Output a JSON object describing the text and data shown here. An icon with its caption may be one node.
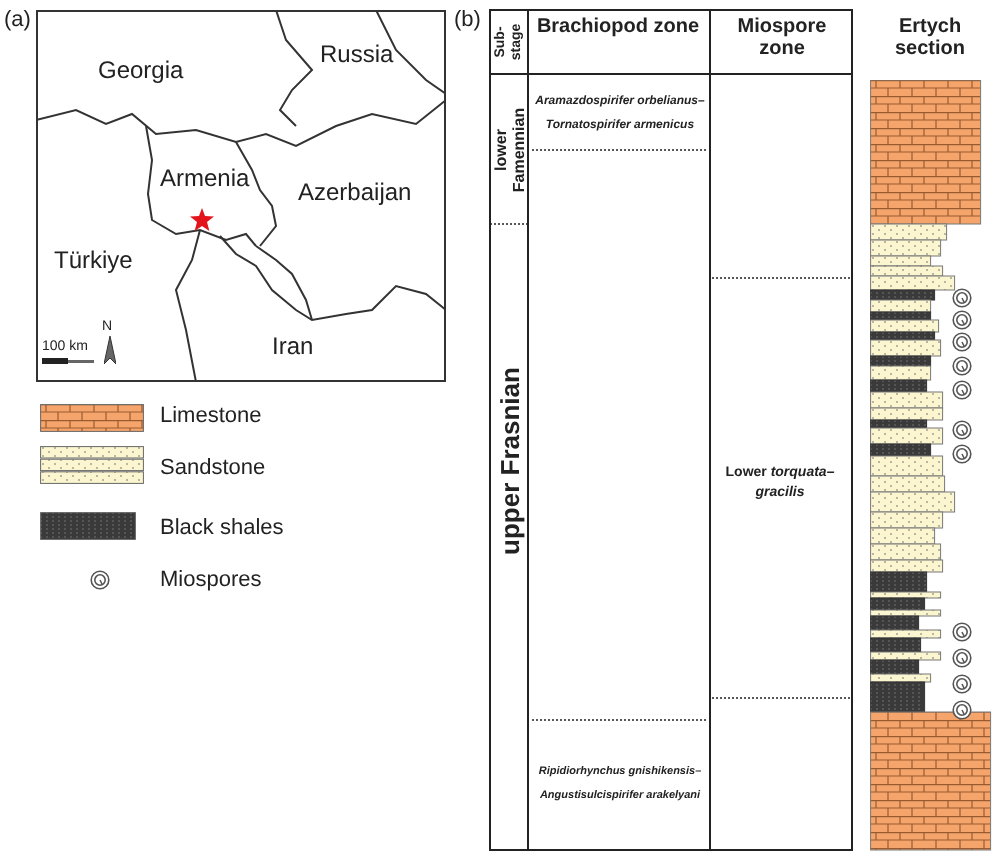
{
  "diagram": {
    "labels": [
      "(a)",
      "Georgia",
      "Russia",
      "Armenia",
      "Azerbaijan",
      "Türkiye",
      "Iran",
      "100 km",
      "N",
      "(b)",
      "Sub-stage",
      "Brachiopod zone",
      "Miospore zone",
      "Ertych section",
      "lower Famennian",
      "Aramazdospirifer orbelianus–Tornatospirifer armenicus",
      "upper Frasnian",
      "Lower *torquata–gracilis*",
      "Ripidiorhynchus gnishikensis–Angustisulcispirifer arakelyani"
    ],
    "legend": [
      {
        "text": "Limestone"
      },
      {
        "text": "Sandstone"
      },
      {
        "text": "Black shales"
      },
      {
        "text": "Miospores"
      }
    ]
  }
}
